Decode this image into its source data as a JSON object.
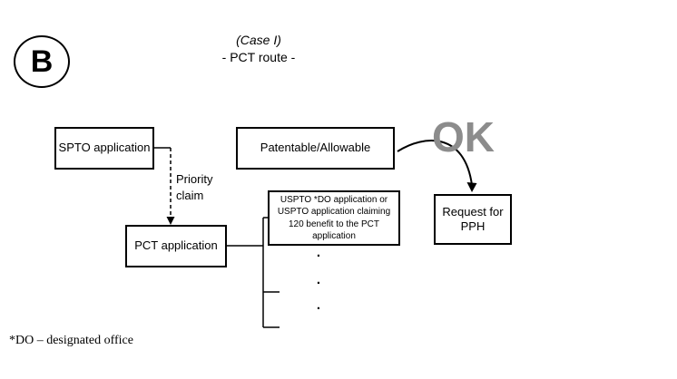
{
  "diagram": {
    "badge": "B",
    "title1": "(Case I)",
    "title2": "- PCT route -",
    "boxes": {
      "spto": "SPTO application",
      "patentable": "Patentable/Allowable",
      "pct": "PCT application",
      "uspto": "USPTO *DO application or USPTO application claiming 120 benefit to the PCT application",
      "request": "Request for PPH"
    },
    "labels": {
      "priority_claim": "Priority claim",
      "ok": "OK",
      "dot": ".",
      "footnote": "*DO – designated office"
    },
    "colors": {
      "ok_gray": "#8c8c8c",
      "line": "#000000"
    }
  }
}
